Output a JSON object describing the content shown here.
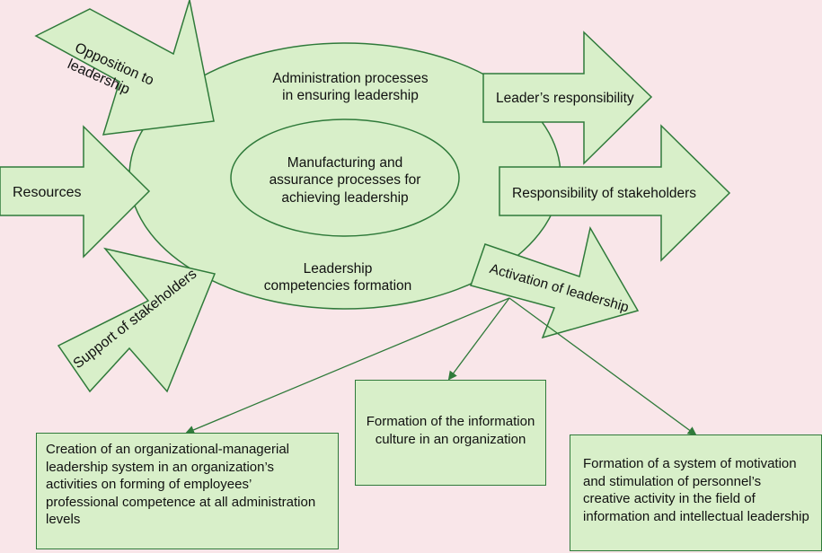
{
  "colors": {
    "fill": "#d8efc9",
    "stroke": "#2f7a3a",
    "background": "#f9e6e9"
  },
  "ellipse": {
    "outer_top": [
      "Administration processes",
      "in ensuring leadership"
    ],
    "inner": [
      "Manufacturing and",
      "assurance processes for",
      "achieving leadership"
    ],
    "outer_bottom": [
      "Leadership",
      "competencies formation"
    ]
  },
  "inputs": {
    "opposition": [
      "Opposition to",
      "leadership"
    ],
    "resources": "Resources",
    "support": "Support of stakeholders"
  },
  "outputs": {
    "responsibility": "Leader’s responsibility",
    "stakeholders": "Responsibility of stakeholders",
    "activation": "Activation of leadership"
  },
  "boxes": {
    "system": [
      "Creation of an organizational-managerial",
      "leadership system in an organization’s",
      "activities on forming of employees’",
      "professional competence at all administration",
      "levels"
    ],
    "culture": [
      "Formation of the information",
      "culture in an organization"
    ],
    "motivation": [
      "Formation of a system of motivation",
      "and stimulation of personnel’s",
      "creative activity in the field of",
      "information and intellectual leadership"
    ]
  }
}
